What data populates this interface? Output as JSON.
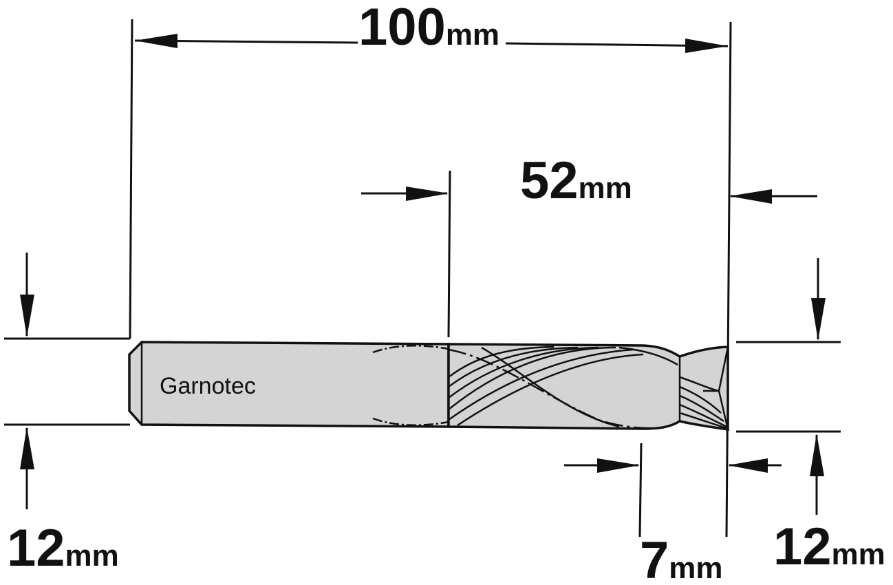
{
  "brand": "Garnotec",
  "dimensions": {
    "overall_length": {
      "value": "100",
      "unit": "mm"
    },
    "cutting_length": {
      "value": "52",
      "unit": "mm"
    },
    "shank_diameter": {
      "value": "12",
      "unit": "mm"
    },
    "tip_length": {
      "value": "7",
      "unit": "mm"
    },
    "cutting_diameter": {
      "value": "12",
      "unit": "mm"
    }
  },
  "colors": {
    "line": "#111111",
    "body_fill": "#d4d4d4",
    "background": "#ffffff"
  }
}
